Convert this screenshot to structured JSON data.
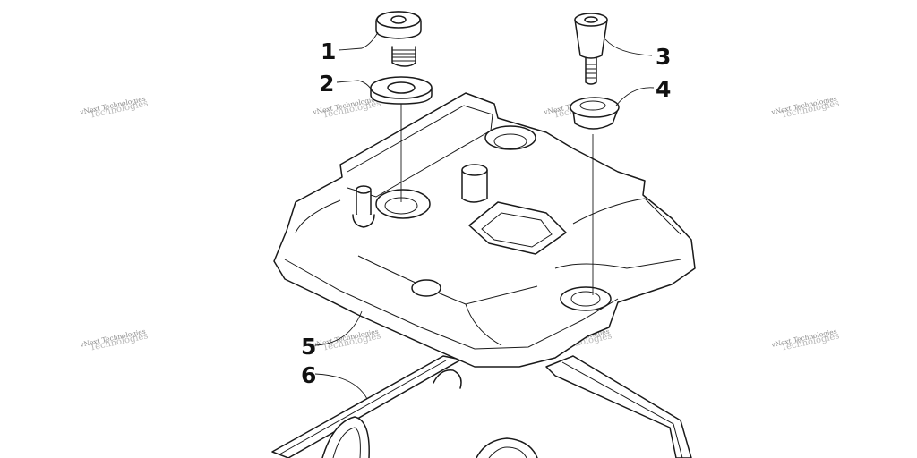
{
  "watermark": {
    "text": "vNext Technologies",
    "ghost": "Technologies"
  },
  "callouts": [
    {
      "id": "1",
      "label": "1"
    },
    {
      "id": "2",
      "label": "2"
    },
    {
      "id": "3",
      "label": "3"
    },
    {
      "id": "4",
      "label": "4"
    },
    {
      "id": "5",
      "label": "5"
    },
    {
      "id": "6",
      "label": "6"
    }
  ],
  "colors": {
    "line": "#1a1a1a",
    "watermark": "#8a8a8a",
    "background": "#ffffff"
  }
}
